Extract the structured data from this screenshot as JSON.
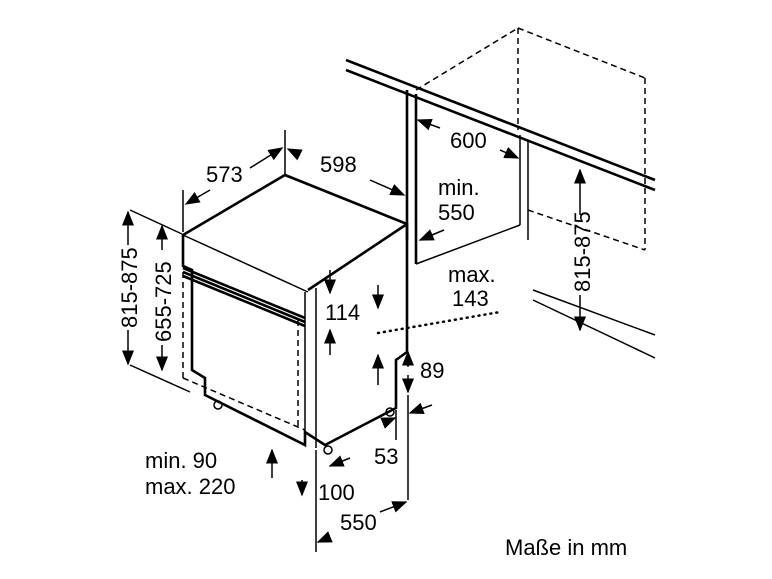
{
  "diagram": {
    "title": "Dishwasher installation dimensions",
    "labels": {
      "depth": "573",
      "width": "598",
      "niche_width": "600",
      "niche_depth_min": "min.",
      "niche_depth_value": "550",
      "niche_height": "815-875",
      "height_total": "815-875",
      "height_body": "655-725",
      "panel": "114",
      "max_line1": "max.",
      "max_line2": "143",
      "plinth": "89",
      "foot_offset": "53",
      "plinth_height_min": "min. 90",
      "plinth_height_max": "max. 220",
      "door_depth": "100",
      "depth_bottom": "550"
    },
    "units_note": "Maße in mm"
  }
}
